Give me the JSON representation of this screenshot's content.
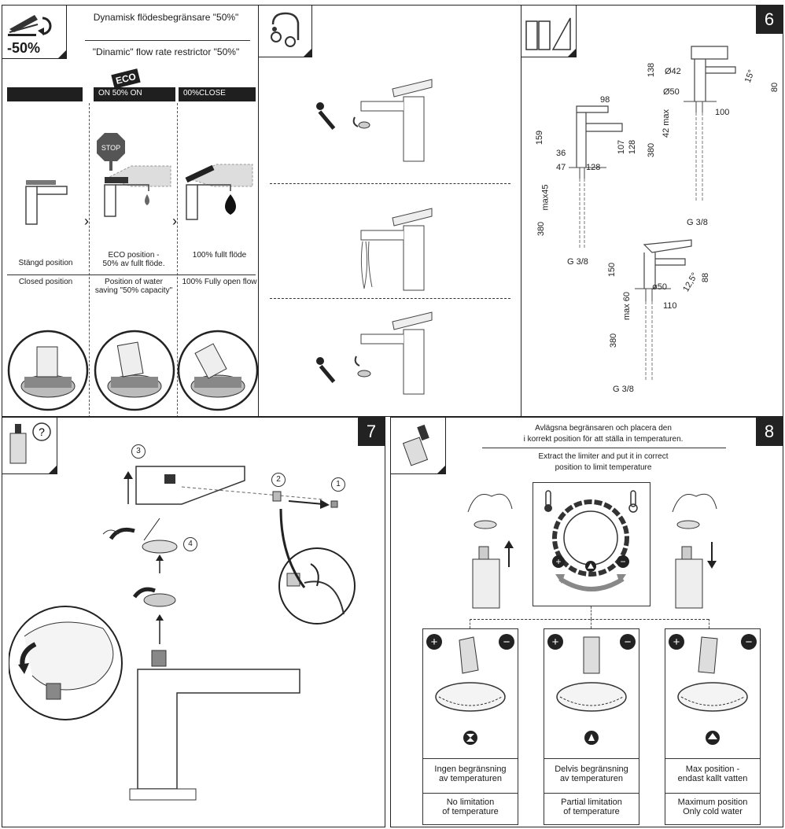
{
  "p5": {
    "pct": "-50%",
    "title_sv": "Dynamisk flödesbegränsare \"50%\"",
    "title_en": "\"Dinamic\" flow rate restrictor \"50%\"",
    "eco": "ECO",
    "stop": "STOP",
    "bar_mid": "ON  50% ON",
    "bar_right": "00%CLOSE",
    "cols": [
      {
        "sv": "Stängd position",
        "en": "Closed position"
      },
      {
        "sv": "ECO position -\n50% av fullt flöde.",
        "en": "Position of water\nsaving \"50% capacity\""
      },
      {
        "sv": "100% fullt flöde",
        "en": "100% Fully open flow"
      }
    ]
  },
  "p6": {
    "number": "6",
    "dims_a": [
      "98",
      "159",
      "36",
      "47",
      "128",
      "107",
      "128",
      "max45",
      "380",
      "G 3/8"
    ],
    "dims_b": [
      "138",
      "Ø42",
      "15°",
      "80",
      "Ø50",
      "100",
      "42 max",
      "380",
      "G 3/8"
    ],
    "dims_c": [
      "150",
      "ø50",
      "12,5°",
      "88",
      "max 60",
      "110",
      "380",
      "G 3/8"
    ]
  },
  "p7": {
    "number": "7",
    "steps": [
      "1",
      "2",
      "3",
      "4"
    ]
  },
  "p8": {
    "number": "8",
    "title_sv_1": "Avlägsna begränsaren och placera den",
    "title_sv_2": "i korrekt position för att ställa in temperaturen.",
    "title_en_1": "Extract the limiter and put it in correct",
    "title_en_2": "position to limit temperature",
    "options": [
      {
        "sv": "Ingen begränsning\nav temperaturen",
        "en": "No limitation\nof temperature"
      },
      {
        "sv": "Delvis begränsning\nav temperaturen",
        "en": "Partial limitation\nof temperature"
      },
      {
        "sv": "Max position -\nendast kallt vatten",
        "en": "Maximum position\nOnly cold water"
      }
    ]
  }
}
